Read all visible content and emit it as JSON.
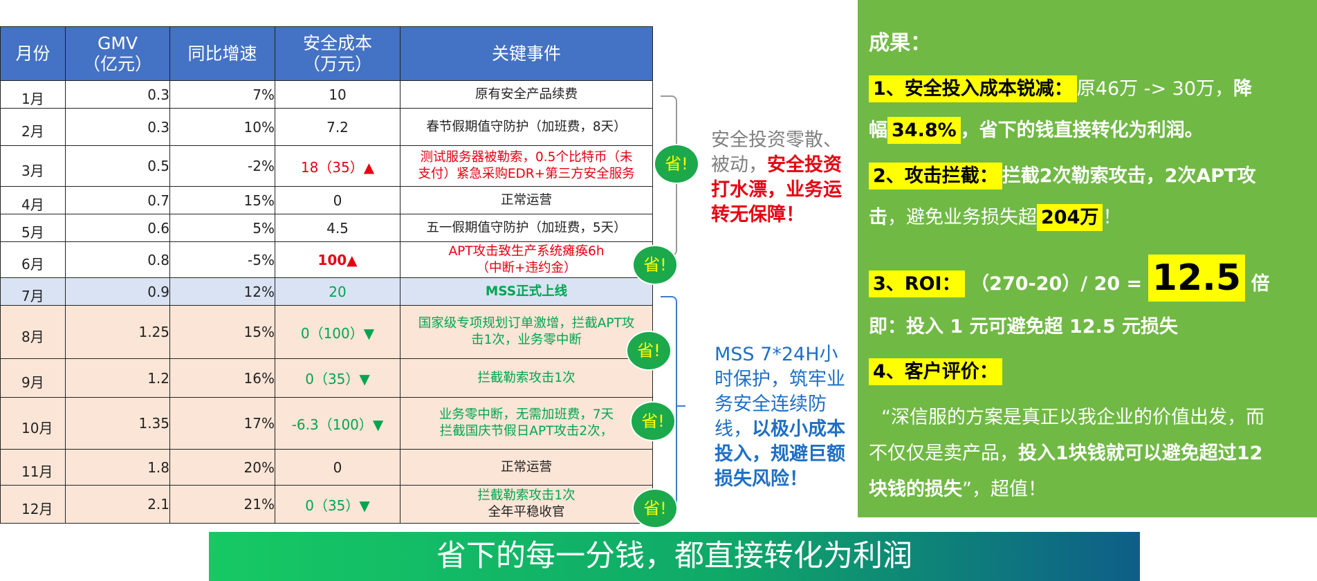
{
  "table": {
    "headers": {
      "month": "月份",
      "gmv_l1": "GMV",
      "gmv_l2": "（亿元）",
      "growth": "同比增速",
      "cost_l1": "安全成本",
      "cost_l2": "（万元）",
      "event": "关键事件"
    },
    "rows": [
      {
        "month": "1月",
        "gmv": "0.3",
        "growth": "7%",
        "cost": "10",
        "event": "原有安全产品续费",
        "event2": ""
      },
      {
        "month": "2月",
        "gmv": "0.3",
        "growth": "10%",
        "cost": "7.2",
        "event": "春节假期值守防护（加班费，8天）",
        "event2": ""
      },
      {
        "month": "3月",
        "gmv": "0.5",
        "growth": "-2%",
        "cost": "18（35）▲",
        "event": "测试服务器被勒索，0.5个比特币（未",
        "event2": "支付）紧急采购EDR+第三方安全服务"
      },
      {
        "month": "4月",
        "gmv": "0.7",
        "growth": "15%",
        "cost": "0",
        "event": "正常运营",
        "event2": ""
      },
      {
        "month": "5月",
        "gmv": "0.6",
        "growth": "5%",
        "cost": "4.5",
        "event": "五一假期值守防护（加班费，5天）",
        "event2": ""
      },
      {
        "month": "6月",
        "gmv": "0.8",
        "growth": "-5%",
        "cost": "100▲",
        "event": "APT攻击致生产系统瘫痪6h",
        "event2": "（中断+违约金）"
      },
      {
        "month": "7月",
        "gmv": "0.9",
        "growth": "12%",
        "cost": "20",
        "event": "MSS正式上线",
        "event2": ""
      },
      {
        "month": "8月",
        "gmv": "1.25",
        "growth": "15%",
        "cost": "0（100）▼",
        "event": "国家级专项规划订单激增，拦截APT攻",
        "event2": "击1次，业务零中断"
      },
      {
        "month": "9月",
        "gmv": "1.2",
        "growth": "16%",
        "cost": "0（35）▼",
        "event": "拦截勒索攻击1次",
        "event2": ""
      },
      {
        "month": "10月",
        "gmv": "1.35",
        "growth": "17%",
        "cost": "-6.3（100）▼",
        "event": "业务零中断，无需加班费，7天",
        "event2": "拦截国庆节假日APT攻击2次，"
      },
      {
        "month": "11月",
        "gmv": "1.8",
        "growth": "20%",
        "cost": "0",
        "event": "正常运营",
        "event2": ""
      },
      {
        "month": "12月",
        "gmv": "2.1",
        "growth": "21%",
        "cost": "0（35）▼",
        "event": "拦截勒索攻击1次",
        "event2": "全年平稳收官"
      }
    ]
  },
  "badges": {
    "label": "省!"
  },
  "notes": {
    "left_plain": "安全投资零散、被动，",
    "left_emph": "安全投资打水漂，业务运转无保障",
    "left_end": "！",
    "right_plain": "MSS 7*24H小时保护，筑牢业务安全连续防线，",
    "right_emph": "以极小成本投入，规避巨额损失风险！"
  },
  "panel": {
    "title": "成果：",
    "p1_hl": "1、安全投入成本锐减：",
    "p1_text": "原46万 -> 30万，",
    "p1_bold": "降",
    "p1b_bold1": "幅",
    "p1b_hl": "34.8%",
    "p1b_bold2": "，省下的钱直接转化为利润。",
    "p2_hl": "2、攻击拦截：",
    "p2_bold": "拦截2次勒索攻击，2次APT攻",
    "p2b_bold": "击",
    "p2b_text": "，避免业务损失超",
    "p2b_hl": "204万",
    "p2b_end": "！",
    "p3_hl": "3、ROI：",
    "p3_text": "（270-20）/ 20 =",
    "p3_big": "12.5",
    "p3_unit": "倍",
    "p4": "即：投入 1 元可避免超 12.5 元损失",
    "p5_hl": "4、客户评价：",
    "q1": "“深信服的方案是真正以我企业的价值出发，而",
    "q2_text": "不仅仅是卖产品，",
    "q2_bold": "投入1块钱就可以避免超过12",
    "q3_bold": "块钱的损失",
    "q3_text": "”，超值！"
  },
  "banner": {
    "text": "省下的每一分钱，都直接转化为利润"
  },
  "colors": {
    "header_blue": "#4472c4",
    "panel_green": "#70b944",
    "highlight": "#ffff00",
    "alert_red": "#e60012",
    "save_green": "#00a550"
  }
}
